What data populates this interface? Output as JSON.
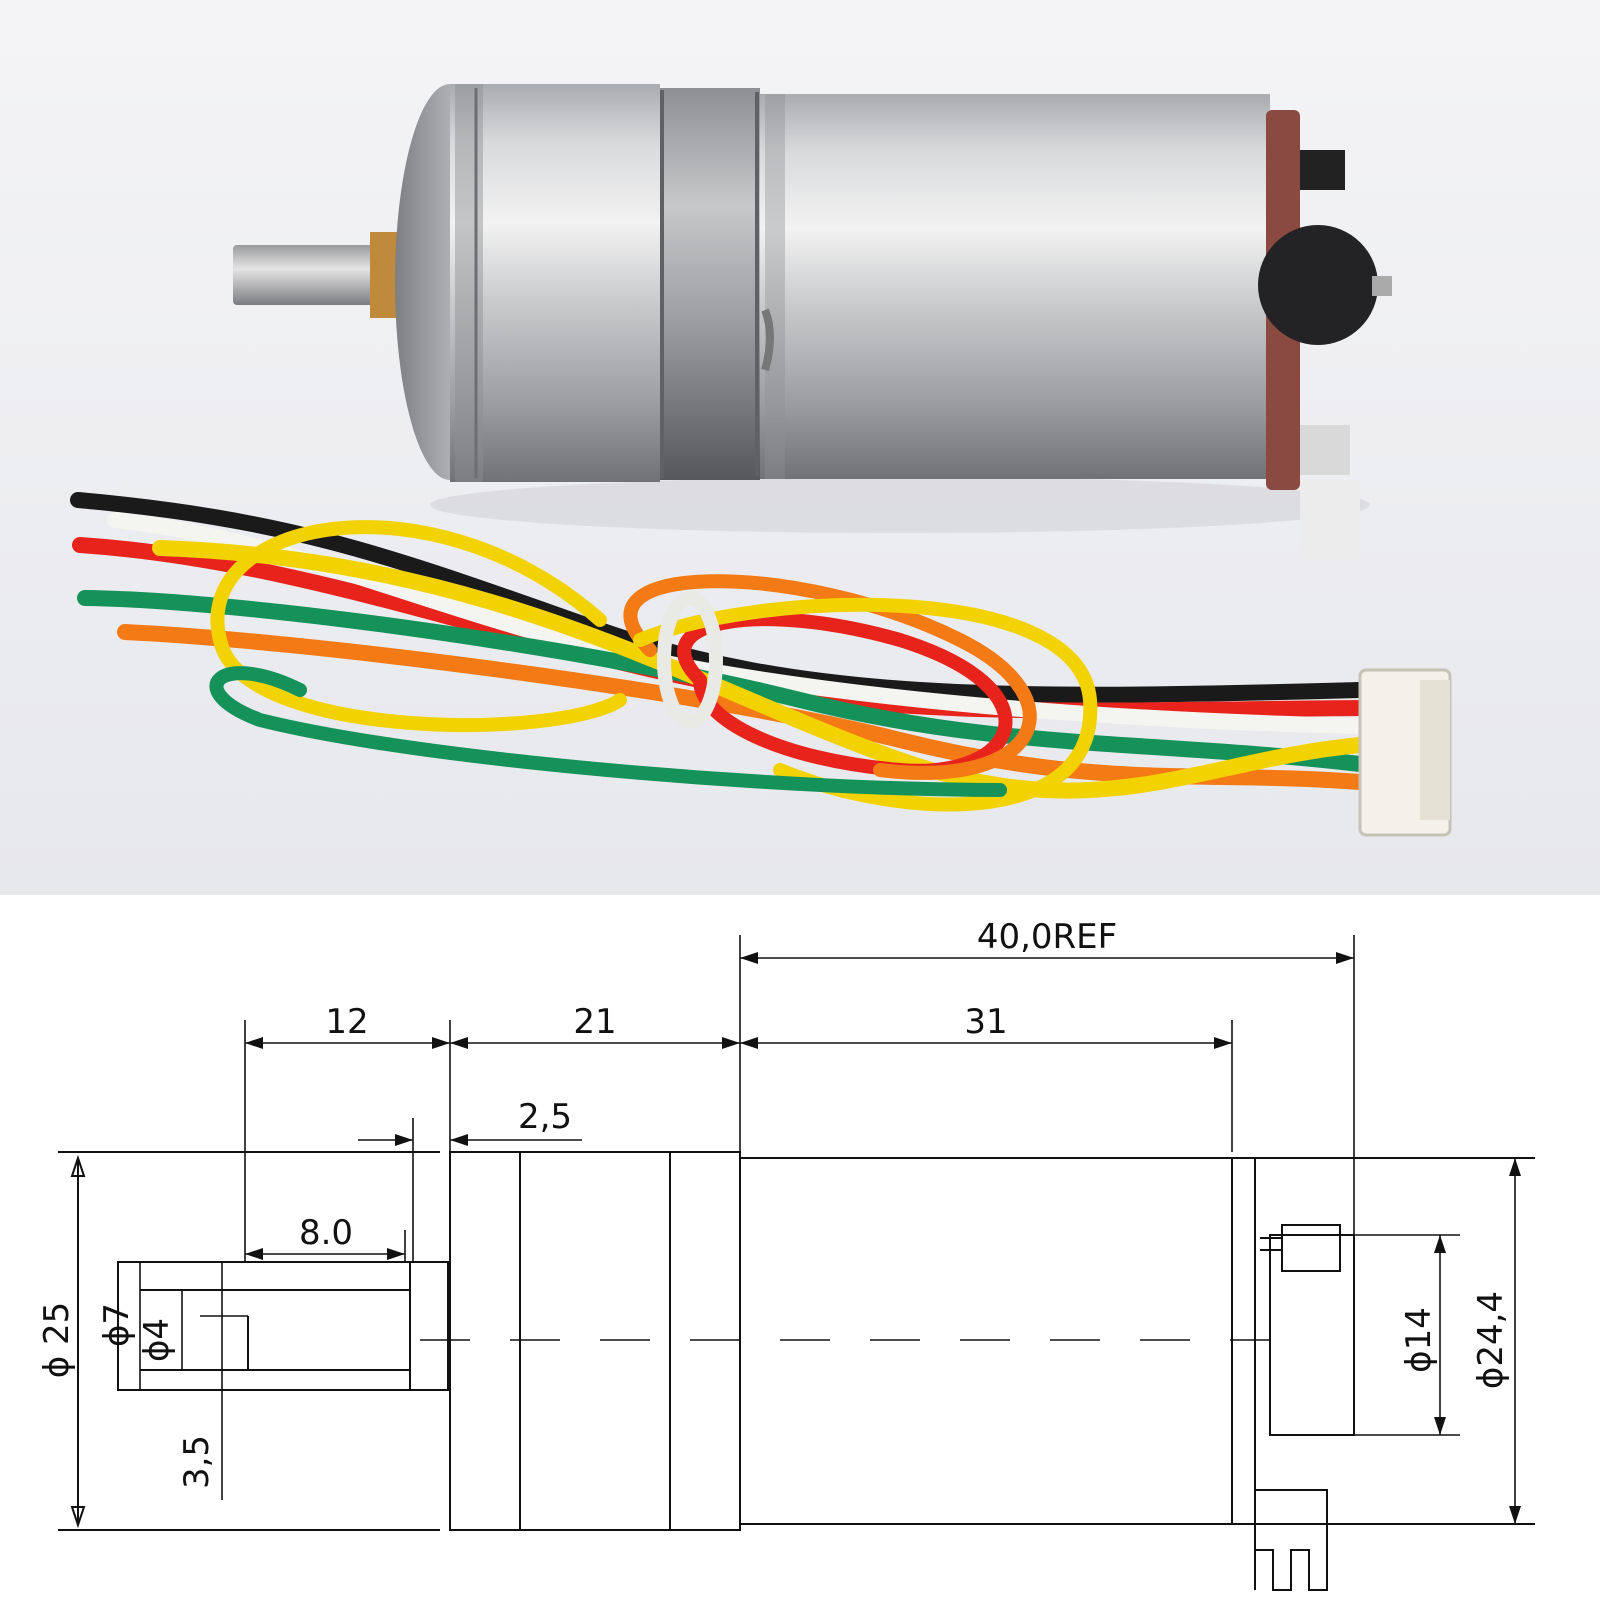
{
  "photo": {
    "subject": "gear motor with encoder and 6-wire cable",
    "wire_colors": [
      "#1a1a1a",
      "#e8231c",
      "#f4f4f0",
      "#f2d200",
      "#f47a16",
      "#14925a"
    ]
  },
  "drawing": {
    "dimensions": {
      "overall_ref": "40,0REF",
      "shaft_length": "12",
      "gearbox_length": "21",
      "motor_length": "31",
      "flange": "2,5",
      "flat_length": "8.0",
      "dia_body": "ϕ 25",
      "dia_shaft_boss": "ϕ7",
      "dia_shaft": "ϕ4",
      "flat_depth": "3,5",
      "dia_encoder": "ϕ14",
      "dia_motor": "ϕ24,4"
    }
  }
}
